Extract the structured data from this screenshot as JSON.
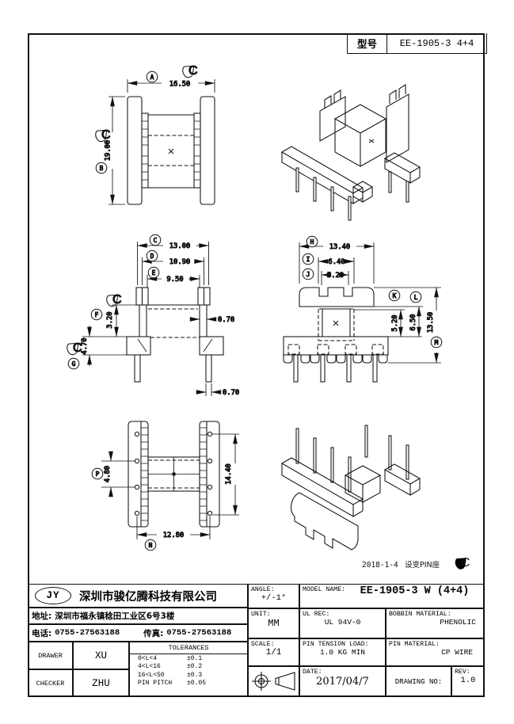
{
  "header": {
    "model_label": "型号",
    "model_value": "EE-1905-3 4+4"
  },
  "dim_labels": {
    "A": "A",
    "B": "B",
    "C": "C",
    "D": "D",
    "E": "E",
    "F": "F",
    "G": "G",
    "H": "H",
    "I": "I",
    "J": "J",
    "K": "K",
    "L": "L",
    "M": "M",
    "N": "N",
    "P": "P"
  },
  "dims": {
    "A": "16.50",
    "B": "19.00",
    "C": "13.00",
    "D": "10.90",
    "E": "9.50",
    "F": "3.20",
    "G": "4.70",
    "H": "13.40",
    "I": "6.40",
    "J": "5.20",
    "K": "5.20",
    "L": "6.50",
    "M": "13.50",
    "N": "12.80",
    "P": "4.80",
    "side_height": "14.40",
    "wall": "0.70",
    "pin": "0.70"
  },
  "revision": {
    "flag_letter": "C",
    "date": "2018-1-4",
    "note": "设变PIN座"
  },
  "title_block": {
    "logo": "JY",
    "company": "深圳市骏亿腾科技有限公司",
    "address_label": "地址:",
    "address": "深圳市福永镇稔田工业区6号3楼",
    "phone_label": "电话:",
    "phone": "0755-27563188",
    "fax_label": "传真:",
    "fax": "0755-27563188",
    "drawer_label": "DRAWER",
    "drawer": "XU",
    "checker_label": "CHECKER",
    "checker": "ZHU",
    "tolerances_title": "TOLERANCES",
    "tolerances": [
      {
        "range": "0<L<4",
        "tol": "±0.1"
      },
      {
        "range": "4<L<16",
        "tol": "±0.2"
      },
      {
        "range": "16<L<50",
        "tol": "±0.3"
      },
      {
        "range": "PIN PITCH",
        "tol": "±0.05"
      }
    ],
    "angle_label": "ANGLE:",
    "angle": "+/-1°",
    "unit_label": "UNIT:",
    "unit": "MM",
    "scale_label": "SCALE:",
    "scale": "1/1",
    "model_name_label": "MODEL NAME:",
    "model_name": "EE-1905-3 W (4+4)",
    "ul_rec_label": "UL REC:",
    "ul_rec": "UL 94V-0",
    "pin_tension_label": "PIN TENSION LOAD:",
    "pin_tension": "1.0 KG MIN",
    "bobbin_material_label": "BOBBIN MATERIAL:",
    "bobbin_material": "PHENOLIC",
    "pin_material_label": "PIN MATERIAL:",
    "pin_material": "CP WIRE",
    "date_label": "DATE:",
    "date": "2017/04/7",
    "drawing_no_label": "DRAWING NO:",
    "drawing_no": "",
    "rev_label": "REV:",
    "rev": "1.0"
  }
}
